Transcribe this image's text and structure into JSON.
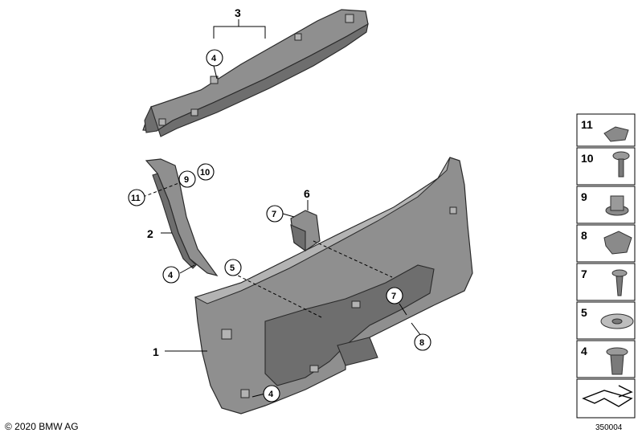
{
  "callouts": {
    "c1": "1",
    "c2": "2",
    "c3": "3",
    "c4a": "4",
    "c4b": "4",
    "c4c": "4",
    "c5": "5",
    "c6": "6",
    "c7a": "7",
    "c7b": "7",
    "c8": "8",
    "c9": "9",
    "c10": "10",
    "c11": "11"
  },
  "side_parts": [
    "11",
    "10",
    "9",
    "8",
    "7",
    "5",
    "4"
  ],
  "copyright": "© 2020 BMW AG",
  "reference": "350004"
}
